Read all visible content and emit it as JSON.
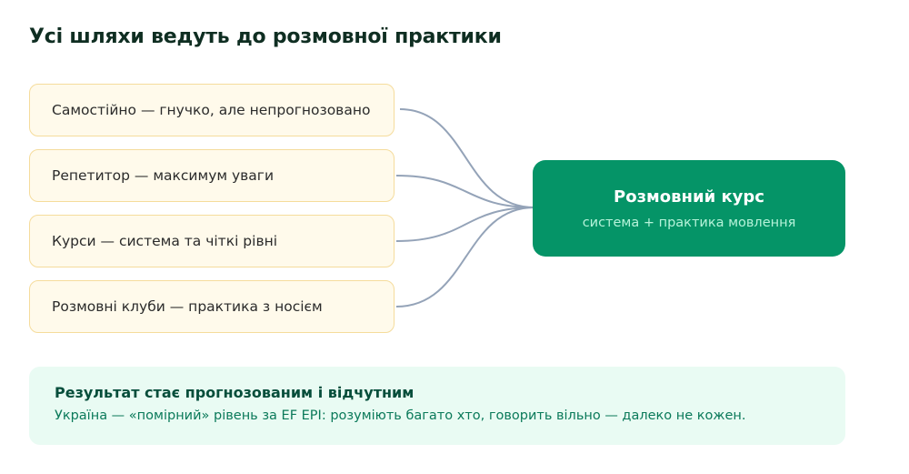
{
  "title": "Усі шляхи ведуть до розмовної практики",
  "paths": [
    {
      "label": "Самостійно — гнучко, але непрогнозовано"
    },
    {
      "label": "Репетитор — максимум уваги"
    },
    {
      "label": "Курси — система та чіткі рівні"
    },
    {
      "label": "Розмовні клуби — практика з носієм"
    }
  ],
  "target": {
    "title": "Розмовний курс",
    "subtitle": "система + практика мовлення"
  },
  "result": {
    "title": "Результат стає прогнозованим і відчутним",
    "text": "Україна — «помірний» рівень за EF EPI: розуміють багато хто, говорить вільно — далеко не кожен."
  },
  "colors": {
    "card_background": "#fffaeb",
    "card_border": "#f5dc9c",
    "target_background": "#059467",
    "target_subtitle": "#b6f3da",
    "connector": "#94a3b8",
    "result_background": "#e9fbf3",
    "result_title": "#064e3b",
    "result_text": "#0b7a5a"
  }
}
